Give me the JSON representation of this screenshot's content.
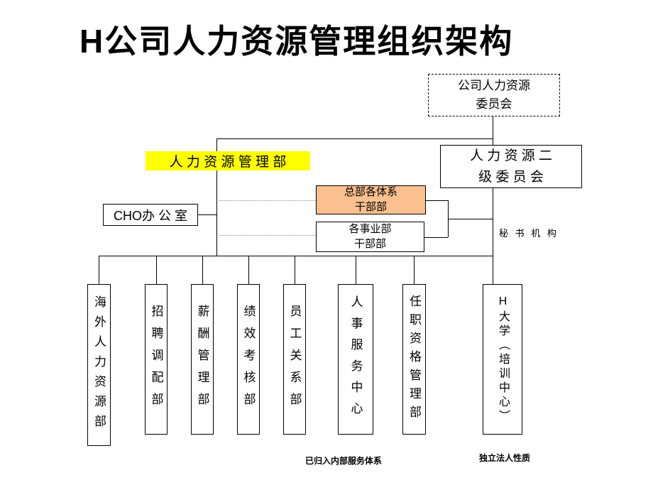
{
  "title": "H公司人力资源管理组织架构",
  "nodes": {
    "hr_committee": "公司人力资源\n委员会",
    "hr_dept": "人 力 资 源 管 理 部",
    "hr_second_committee": "人 力 资 源 二\n级 委 员 会",
    "cho_office": "CHO办 公 室",
    "hq_cadre": "总部各体系\n干部部",
    "bu_cadre": "各事业部\n干部部",
    "secretary": "秘 书 机 构"
  },
  "departments": [
    {
      "label": "海外人力资源部",
      "fill": "white"
    },
    {
      "label": "招聘调配部",
      "fill": "white"
    },
    {
      "label": "薪酬管理部",
      "fill": "white"
    },
    {
      "label": "绩效考核部",
      "fill": "white"
    },
    {
      "label": "员工关系部",
      "fill": "white"
    },
    {
      "label": "人事服务中心",
      "fill": "light_blue"
    },
    {
      "label": "任职资格管理部",
      "fill": "white"
    },
    {
      "label": "H大学（培训中心）",
      "fill": "light_blue"
    }
  ],
  "footnotes": {
    "service_note": "已归入内部服务体系",
    "university_note": "独立法人性质"
  },
  "colors": {
    "highlight_yellow": "#ffff00",
    "peach": "#fbc090",
    "light_blue": "#dce6f1",
    "line": "#000000"
  }
}
